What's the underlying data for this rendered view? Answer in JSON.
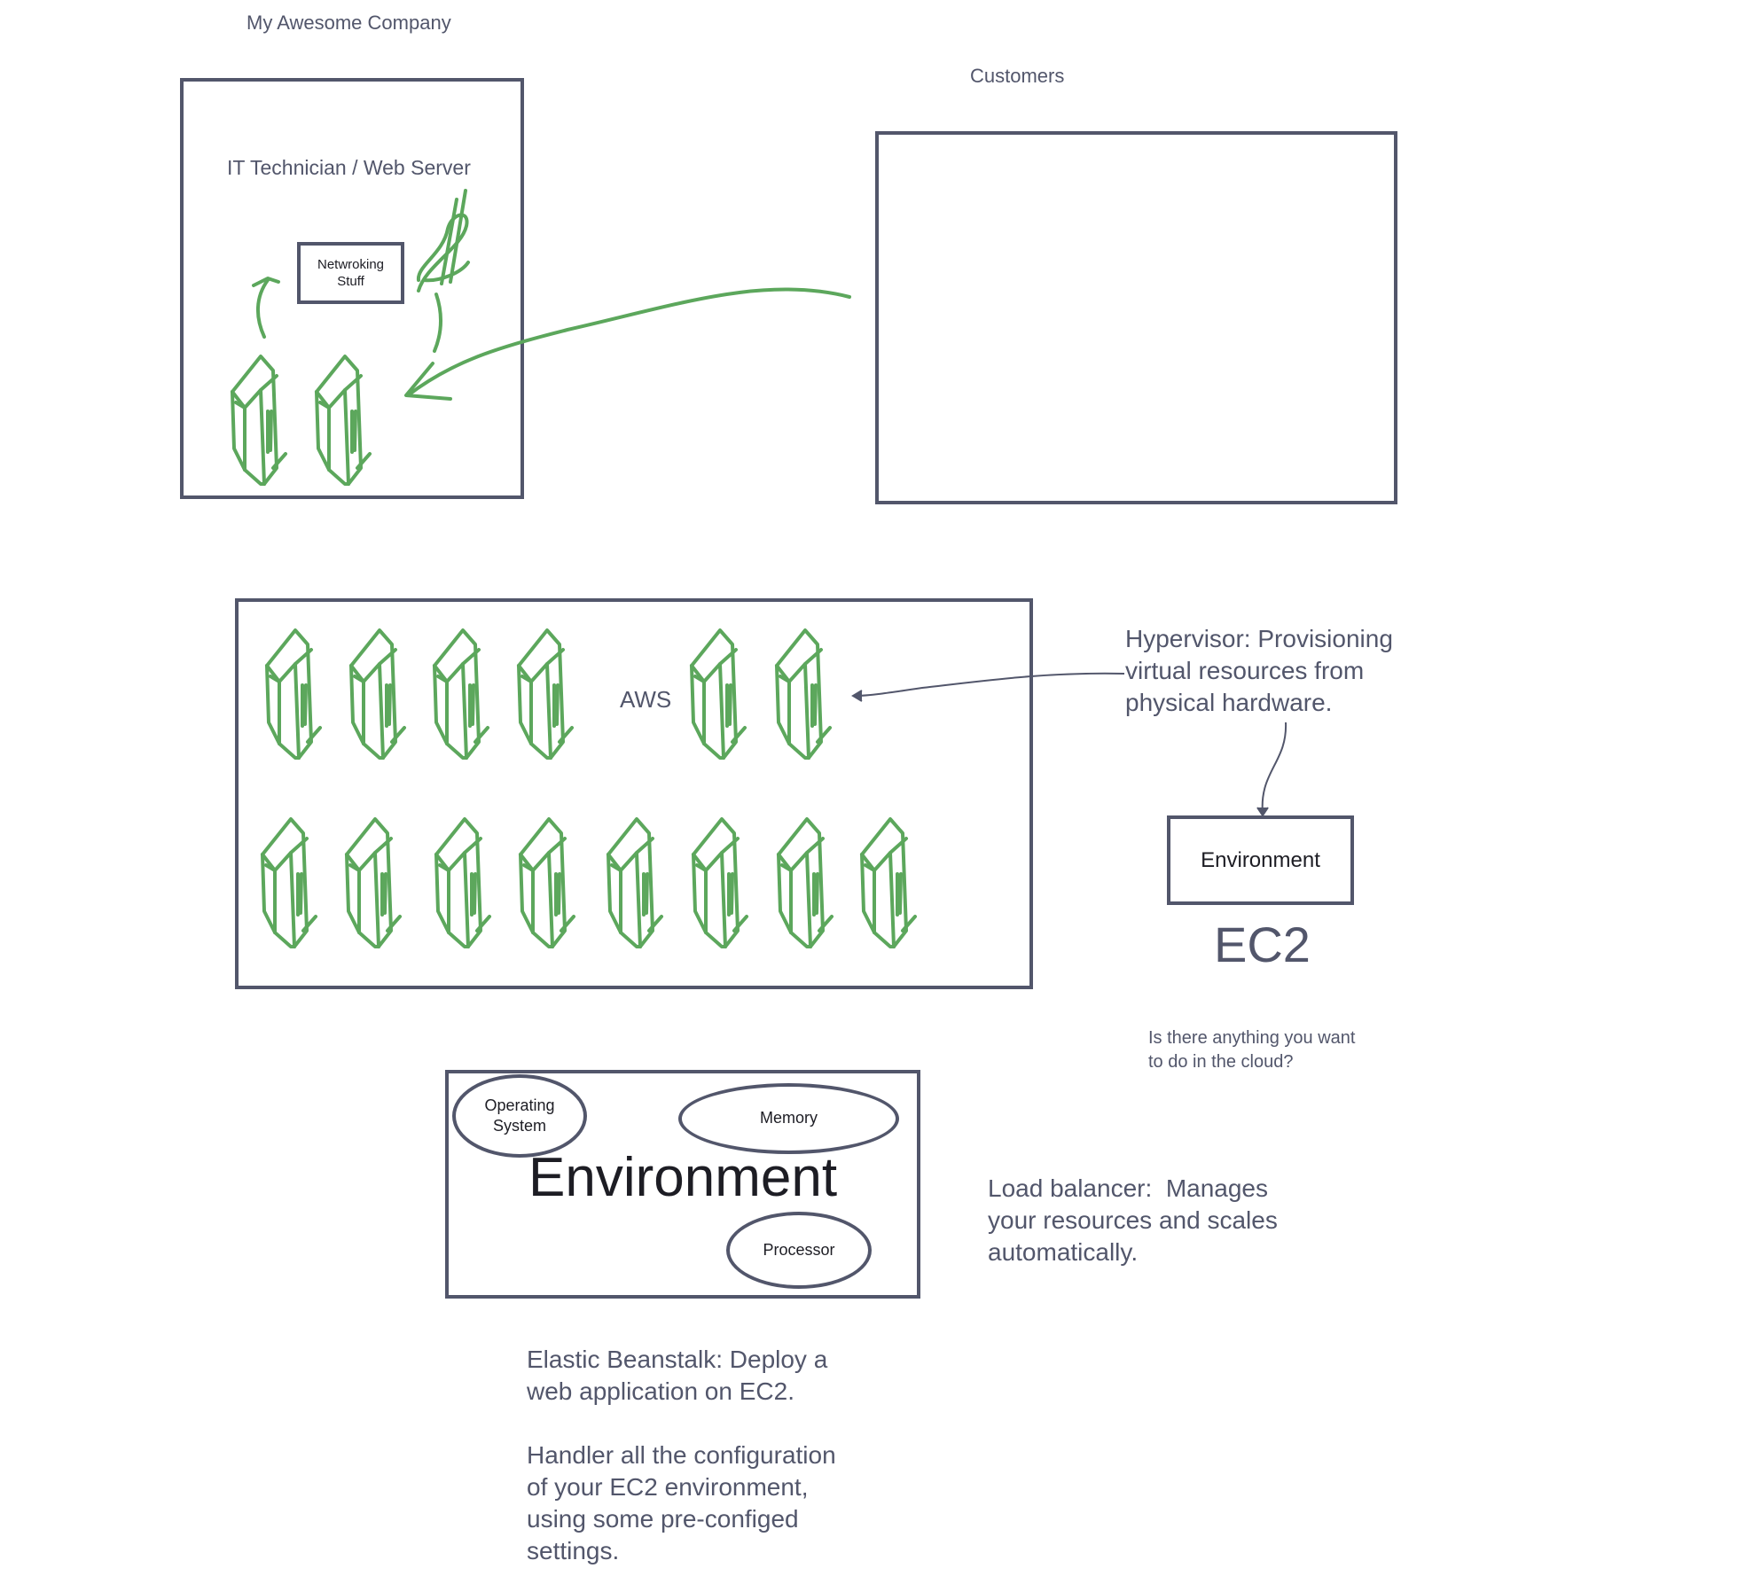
{
  "company": {
    "title": "My Awesome Company",
    "subtitle": "IT Technician / Web Server",
    "network_box": "Netwroking\nStuff"
  },
  "customers": {
    "title": "Customers"
  },
  "aws": {
    "label": "AWS"
  },
  "hypervisor": {
    "text": "Hypervisor: Provisioning\nvirtual resources from\nphysical hardware."
  },
  "ec2": {
    "environment_label": "Environment",
    "title": "EC2"
  },
  "question": {
    "text": "Is there anything you want\nto do in the cloud?"
  },
  "environment_detail": {
    "title": "Environment",
    "operating_system": "Operating\nSystem",
    "memory": "Memory",
    "processor": "Processor"
  },
  "load_balancer": {
    "text": "Load balancer:  Manages\nyour resources and scales\nautomatically."
  },
  "beanstalk": {
    "text": "Elastic Beanstalk: Deploy a\nweb application on EC2.\n\nHandler all the configuration\nof your EC2 environment,\nusing some pre-configed\nsettings."
  },
  "colors": {
    "stroke": "#52566b",
    "server_green": "#5ca75c",
    "text_dark": "#1d1d24"
  }
}
